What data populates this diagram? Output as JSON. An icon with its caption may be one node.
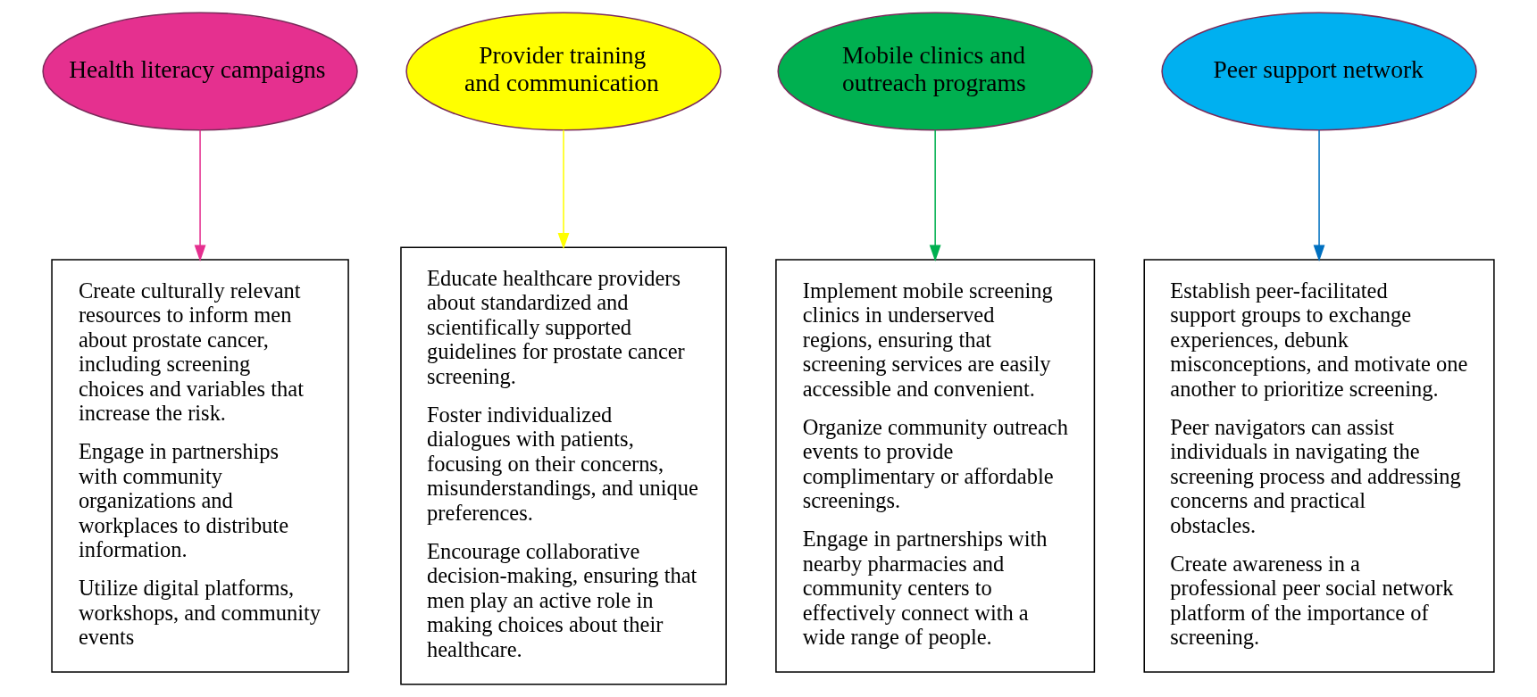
{
  "diagram": {
    "nodes": [
      {
        "text": [
          "Health literacy campaigns"
        ]
      },
      {
        "text": [
          "Provider training and communication"
        ]
      },
      {
        "text": [
          "Mobile clinics and outreach programs"
        ]
      },
      {
        "text": [
          "Peer support network"
        ]
      },
      {
        "text": [
          "Create culturally relevant resources to inform men about prostate cancer, including screening choices and variables that increase the risk.",
          "Engage in partnerships with community organizations and workplaces to distribute information.",
          "Utilize digital platforms, workshops, and community events"
        ]
      },
      {
        "text": [
          "Educate healthcare providers about standardized and scientifically supported guidelines for prostate cancer screening.",
          "Foster individualized dialogues with patients, focusing on their concerns, misunderstandings, and unique preferences.",
          "Encourage collaborative decision-making, ensuring that men play an active role in making choices about their healthcare."
        ]
      },
      {
        "text": [
          "Implement mobile screening clinics in underserved regions, ensuring that screening services are easily accessible and convenient.",
          "Organize community outreach events to provide complimentary or affordable screenings.",
          "Engage in partnerships with nearby pharmacies and community centers to effectively connect with a wide range of people."
        ]
      },
      {
        "text": [
          "Establish peer-facilitated support groups to exchange experiences, debunk misconceptions, and motivate one another to prioritize screening.",
          "Peer navigators can assist individuals in navigating the screening process and addressing concerns and practical obstacles.",
          "Create awareness in a professional peer social network platform of the importance of screening."
        ]
      }
    ],
    "edges": [
      {
        "from": 0,
        "to": 4,
        "arrow": "to",
        "color": "#e5308f"
      },
      {
        "from": 1,
        "to": 5,
        "arrow": "to",
        "color": "#ffff00"
      },
      {
        "from": 2,
        "to": 6,
        "arrow": "to",
        "color": "#00b050"
      },
      {
        "from": 3,
        "to": 7,
        "arrow": "to",
        "color": "#0070c0"
      }
    ]
  }
}
